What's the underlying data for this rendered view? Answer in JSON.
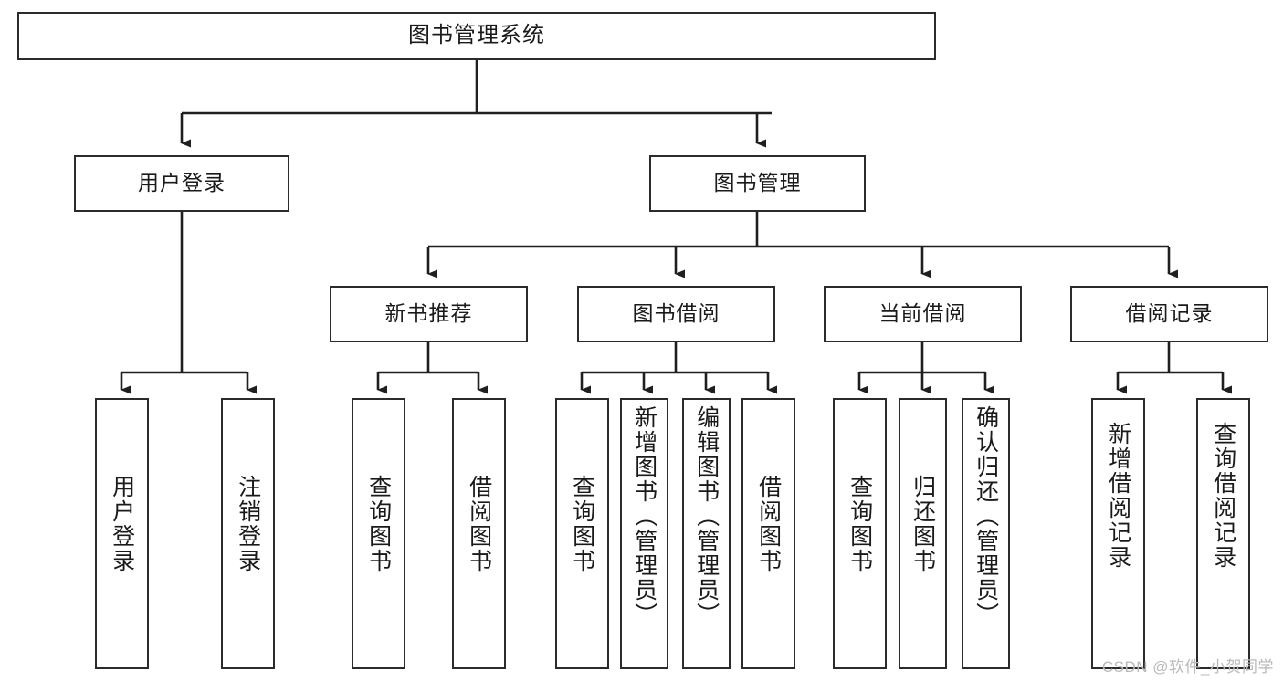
{
  "diagram": {
    "type": "tree",
    "title": "图书管理系统",
    "orientation": "top-down",
    "colors": {
      "box_border": "#2b2b2b",
      "box_fill": "#ffffff",
      "connector": "#1f1f1f",
      "watermark": "#b9b9b9",
      "background": "#ffffff"
    }
  },
  "watermark": {
    "text": "CSDN @软件_小贺同学"
  },
  "nodes": {
    "root": {
      "label": "图书管理系统"
    },
    "level2": [
      {
        "id": "user-login",
        "label": "用户登录"
      },
      {
        "id": "book-management",
        "label": "图书管理"
      }
    ],
    "level3": [
      {
        "id": "new-book-recommend",
        "label": "新书推荐"
      },
      {
        "id": "book-borrow",
        "label": "图书借阅"
      },
      {
        "id": "current-borrow",
        "label": "当前借阅"
      },
      {
        "id": "borrow-record",
        "label": "借阅记录"
      }
    ],
    "leaves": {
      "user_login": [
        {
          "id": "leaf-user-login",
          "label": "用户登录"
        },
        {
          "id": "leaf-logout",
          "label": "注销登录"
        }
      ],
      "new_book_recommend": [
        {
          "id": "leaf-query-book-1",
          "label": "查询图书"
        },
        {
          "id": "leaf-borrow-book-1",
          "label": "借阅图书"
        }
      ],
      "book_borrow": [
        {
          "id": "leaf-query-book-2",
          "label": "查询图书"
        },
        {
          "id": "leaf-add-book",
          "label": "新增图书（管理员）"
        },
        {
          "id": "leaf-edit-book",
          "label": "编辑图书（管理员）"
        },
        {
          "id": "leaf-borrow-book-2",
          "label": "借阅图书"
        }
      ],
      "current_borrow": [
        {
          "id": "leaf-query-book-3",
          "label": "查询图书"
        },
        {
          "id": "leaf-return-book",
          "label": "归还图书"
        },
        {
          "id": "leaf-confirm-return",
          "label": "确认归还（管理员）"
        }
      ],
      "borrow_record": [
        {
          "id": "leaf-add-record",
          "label": "新增借阅记录"
        },
        {
          "id": "leaf-query-record",
          "label": "查询借阅记录"
        }
      ]
    }
  }
}
